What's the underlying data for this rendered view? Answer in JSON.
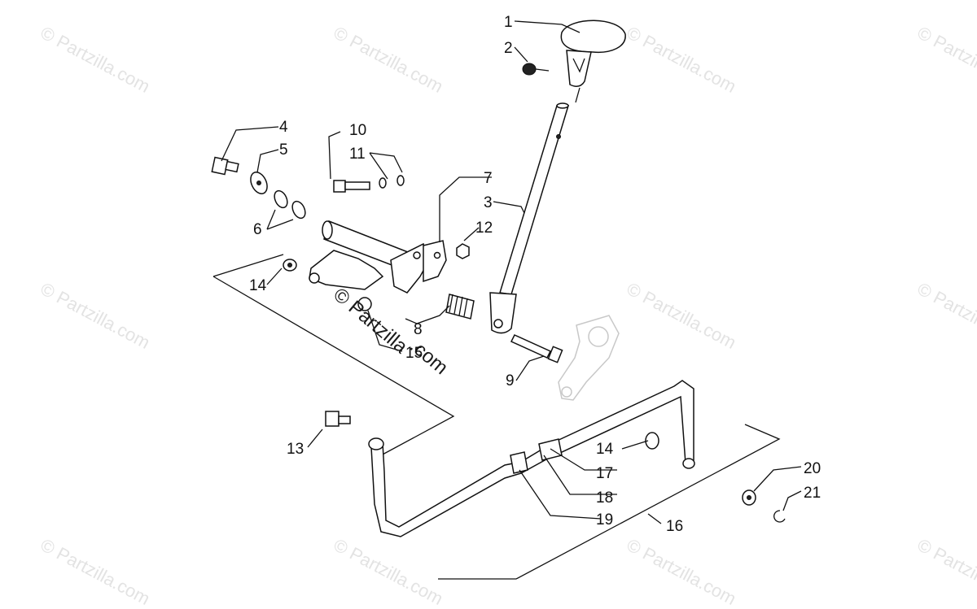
{
  "diagram": {
    "watermark": "© Partzilla.com",
    "watermark_center_line1": "© Partzilla",
    "watermark_center_line2": ".com",
    "callouts": [
      "1",
      "2",
      "3",
      "4",
      "5",
      "6",
      "7",
      "8",
      "9",
      "10",
      "11",
      "12",
      "13",
      "14",
      "14",
      "15",
      "16",
      "17",
      "18",
      "19",
      "20",
      "21"
    ]
  }
}
